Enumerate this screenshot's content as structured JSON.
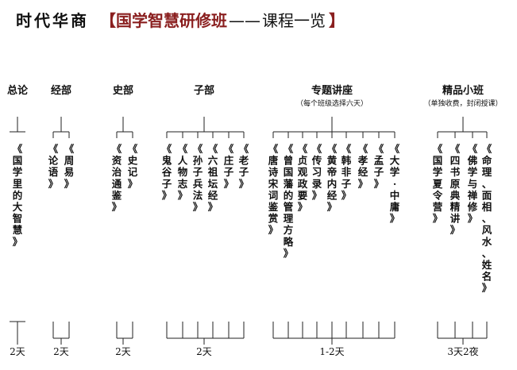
{
  "header": {
    "brand": "时代华商",
    "title_main": "【国学智慧研修班",
    "title_dash": "——",
    "title_tail": "课程一览",
    "title_end": "】"
  },
  "groups": [
    {
      "id": "zonglun",
      "label": "总论",
      "courses": [
        {
          "text": "《国学里的大智慧》"
        }
      ],
      "duration": "2天"
    },
    {
      "id": "jingbu",
      "label": "经部",
      "courses": [
        {
          "text": "《论语》"
        },
        {
          "text": "《周易》"
        }
      ],
      "duration": "2天"
    },
    {
      "id": "shibu",
      "label": "史部",
      "courses": [
        {
          "text": "《资治通鉴》"
        },
        {
          "text": "《史记》"
        }
      ],
      "duration": "2天"
    },
    {
      "id": "zibu",
      "label": "子部",
      "courses": [
        {
          "text": "《鬼谷子》"
        },
        {
          "text": "《人物志》"
        },
        {
          "text": "《孙子兵法》"
        },
        {
          "text": "《六祖坛经》"
        },
        {
          "text": "《庄子》"
        },
        {
          "text": "《老子》"
        }
      ],
      "duration": "2天"
    },
    {
      "id": "zhuanti",
      "label": "专题讲座",
      "sublabel": "（每个班级选择六天）",
      "courses": [
        {
          "text": "《唐诗宋词鉴赏》"
        },
        {
          "text": "《曾国藩的管理方略》"
        },
        {
          "text": "《贞观政要》"
        },
        {
          "text": "《传习录》"
        },
        {
          "text": "《黄帝内经》"
        },
        {
          "text": "《韩非子》"
        },
        {
          "text": "《孝经》"
        },
        {
          "text": "《孟子》"
        },
        {
          "text": "《大学·中庸》"
        }
      ],
      "duration": "1-2天"
    },
    {
      "id": "jingpin",
      "label": "精品小班",
      "sublabel": "（单独收费，封闭授课）",
      "courses": [
        {
          "text": "《国学夏令营》"
        },
        {
          "text": "《四书原典精讲》"
        },
        {
          "text": "《佛学与禅修》"
        },
        {
          "text": "《命理、面相、风水、姓名》"
        }
      ],
      "duration": "3天2夜"
    }
  ]
}
